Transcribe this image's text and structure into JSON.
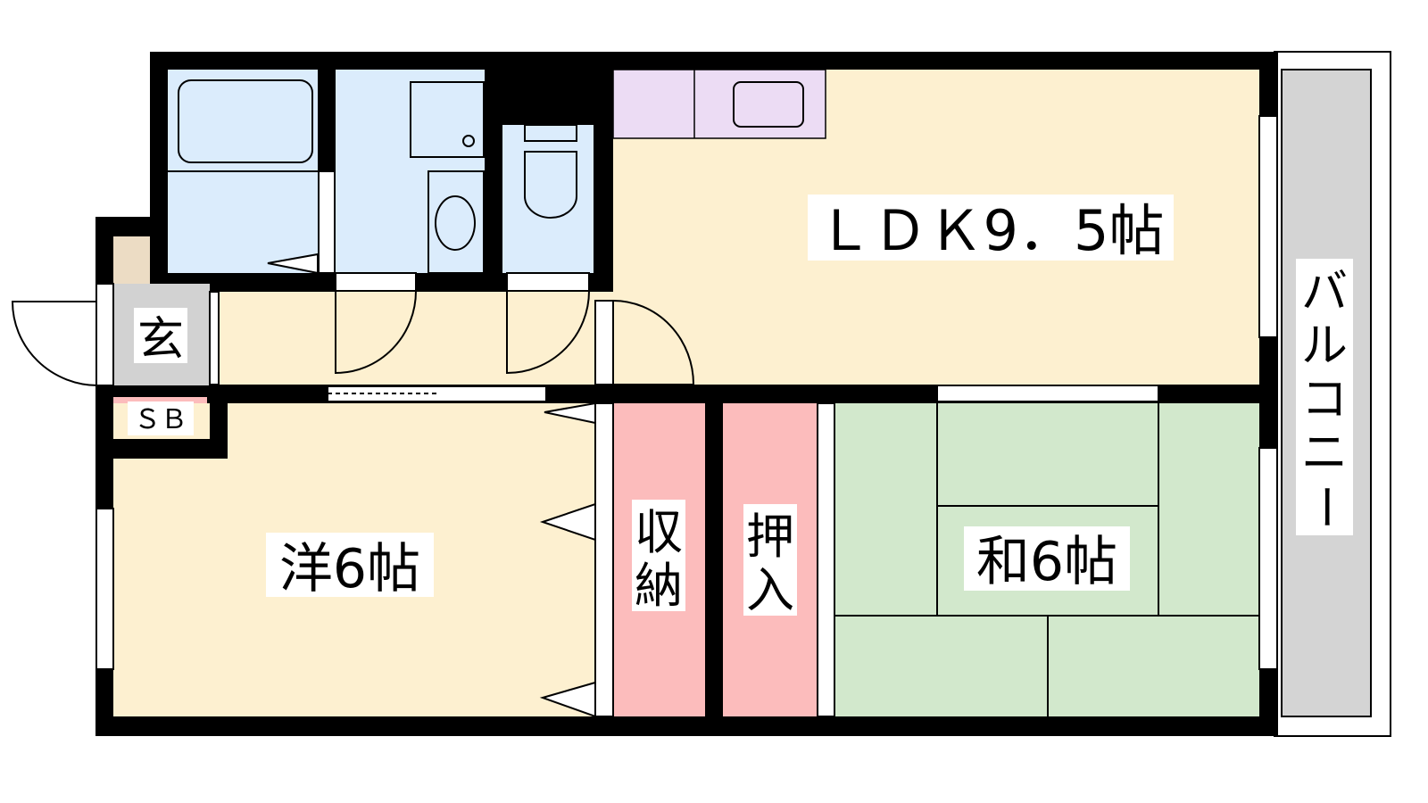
{
  "plan": {
    "rooms": {
      "ldk": "ＬＤＫ9．5帖",
      "genkan": "玄",
      "shoe_box": "ＳＢ",
      "western": "洋6帖",
      "storage_1": "収",
      "storage_2": "納",
      "oshiire_1": "押",
      "oshiire_2": "入",
      "japanese": "和6帖",
      "balcony": [
        "バ",
        "ル",
        "コ",
        "ニ",
        "ー"
      ]
    },
    "colors": {
      "wall": "#000000",
      "bath": "#dbecfc",
      "kitchen": "#ecdcf4",
      "living": "#fdf0d0",
      "closet": "#fcbcbc",
      "tatami": "#d2e8cc",
      "genkan": "#d2d2d2",
      "balcony": "#d4d4d4",
      "entry_step": "#ecdcc4"
    }
  }
}
